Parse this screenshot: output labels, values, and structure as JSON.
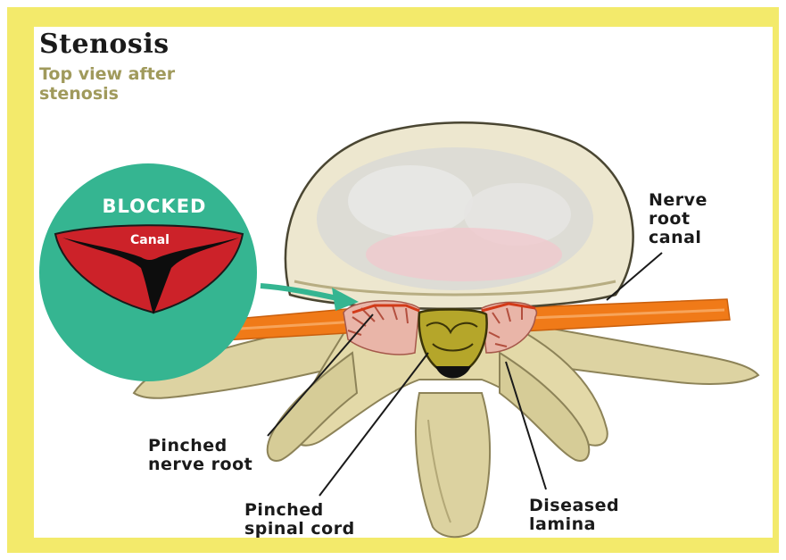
{
  "title": "Stenosis",
  "subtitle": "Top view after stenosis",
  "inset": {
    "heading": "BLOCKED",
    "canal_label": "Canal"
  },
  "labels": {
    "nerve_root_canal": "Nerve\nroot\ncanal",
    "pinched_nerve_root": "Pinched\nnerve root",
    "pinched_spinal_cord": "Pinched\nspinal cord",
    "diseased_lamina": "Diseased\nlamina"
  },
  "colors": {
    "frame": "#f3ea6b",
    "inset_circle": "#35b591",
    "canal_red": "#cc2229",
    "nerve_orange": "#f07a18",
    "disc": "#ede7cf",
    "bone": "#ddd3a2",
    "spinal_cord": "#b5a62a"
  }
}
